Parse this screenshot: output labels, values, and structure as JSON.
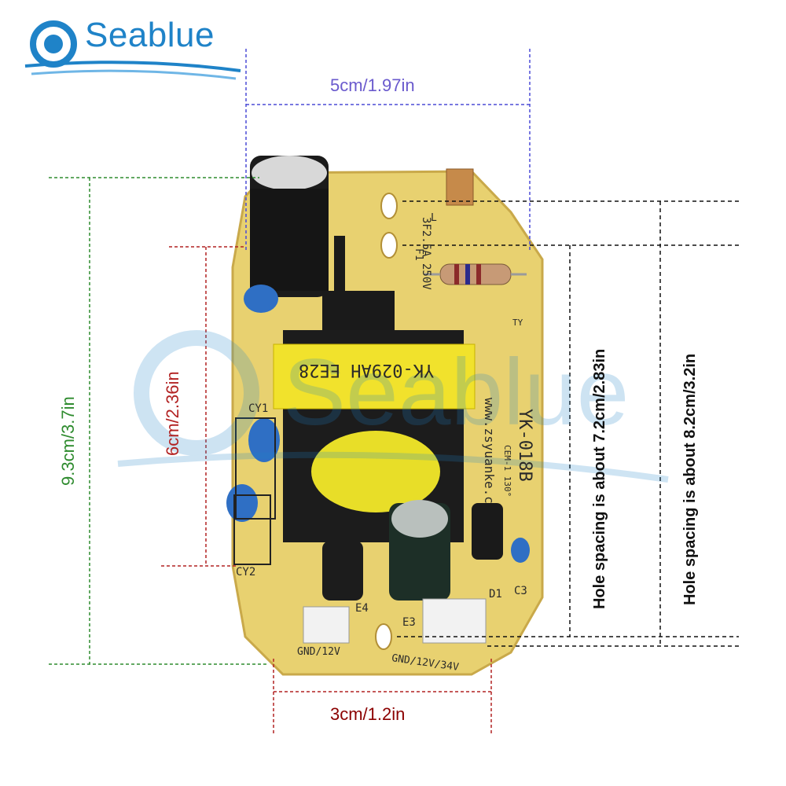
{
  "brand": {
    "name": "Seablue",
    "watermark": "Seablue"
  },
  "dimensions": {
    "width_top": "5cm/1.97in",
    "width_bottom": "3cm/1.2in",
    "height_total": "9.3cm/3.7in",
    "height_inner": "6cm/2.36in",
    "hole_spacing_1": "Hole spacing is about 7.2cm/2.83in",
    "hole_spacing_2": "Hole spacing is about 8.2cm/3.2in"
  },
  "board_labels": {
    "model": "YK-018B",
    "transformer": "YK-029AH EE28",
    "fuse": "3F2.5A 250V",
    "fuse_ref": "F1",
    "website": "www.zsyuanke.c",
    "line": "L",
    "cy1": "CY1",
    "cy2": "CY2",
    "c3": "C3",
    "d1": "D1",
    "e3": "E3",
    "e4": "E4",
    "connector_left": "GND/12V",
    "connector_right": "GND/12V/34V",
    "misc": "CEM-1 130°",
    "ty": "TY"
  },
  "colors": {
    "brand": "#1f83c8",
    "board": "#e8d170",
    "width_top": "#6a5acd",
    "width_bottom": "#8b0000",
    "height_total": "#2e8b2e",
    "height_inner": "#b22222",
    "hole_lines": "#111111"
  }
}
